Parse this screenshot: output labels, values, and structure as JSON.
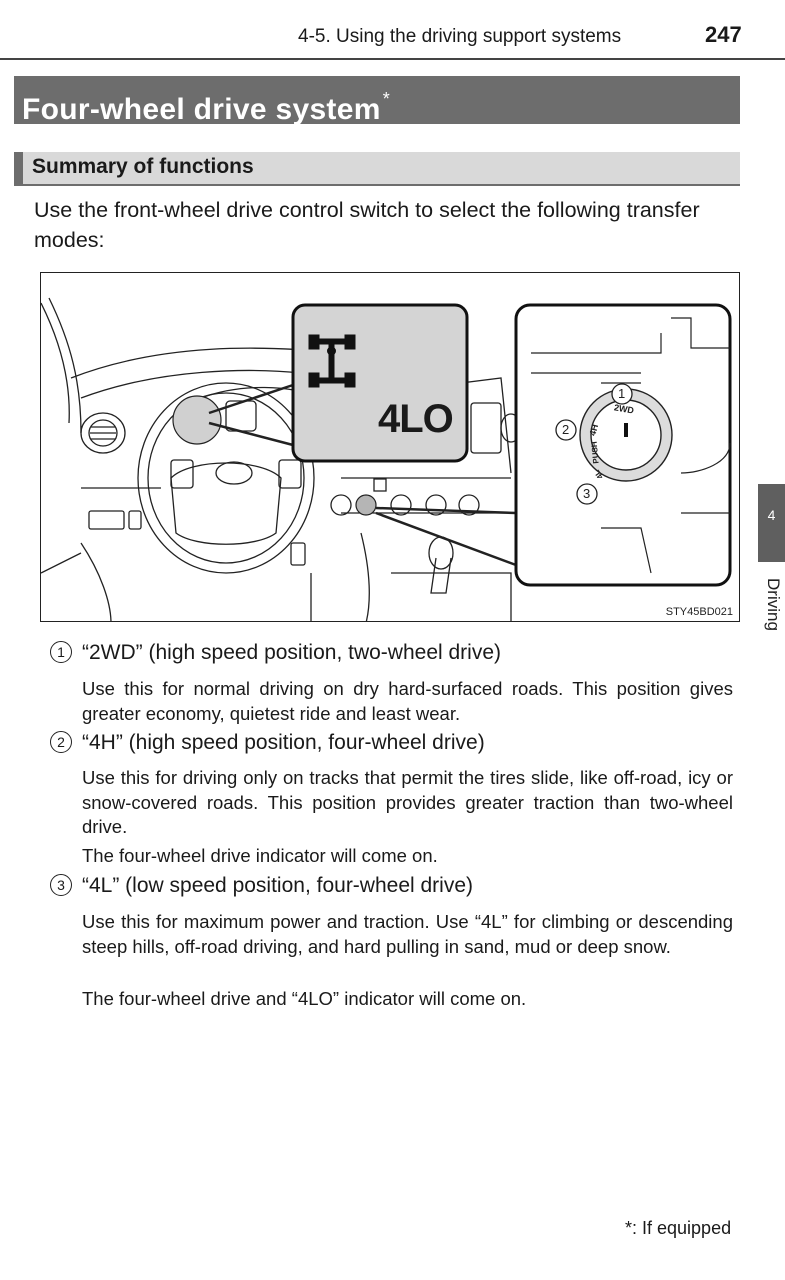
{
  "header": {
    "section": "4-5. Using the driving support systems",
    "page_number": "247"
  },
  "title": {
    "text": "Four-wheel drive system",
    "mark": "*"
  },
  "subsection": {
    "title": "Summary of functions"
  },
  "intro": "Use the front-wheel drive control switch to select the following transfer modes:",
  "figure": {
    "indicator_text": "4LO",
    "dial": {
      "label_1": "1",
      "label_2": "2",
      "label_3": "3",
      "text_2wd": "2WD",
      "text_4h": "4H",
      "text_push": "PUSH",
      "text_4l": "4L"
    },
    "code": "STY45BD021"
  },
  "side_tab": {
    "number": "4",
    "label": "Driving"
  },
  "items": [
    {
      "number": "1",
      "heading": "“2WD” (high speed position, two-wheel drive)",
      "paragraphs": [
        "Use this for normal driving on dry hard-surfaced roads. This position gives greater economy, quietest ride and least wear."
      ]
    },
    {
      "number": "2",
      "heading": "“4H” (high speed position, four-wheel drive)",
      "paragraphs": [
        "Use this for driving only on tracks that permit the tires slide, like off-road, icy or snow-covered roads. This position provides greater traction than two-wheel drive.",
        "The four-wheel drive indicator will come on."
      ]
    },
    {
      "number": "3",
      "heading": "“4L” (low speed position, four-wheel drive)",
      "paragraphs": [
        "Use this for maximum power and traction. Use “4L” for climbing or descending steep hills, off-road driving, and hard pulling in sand, mud or deep snow.",
        "The four-wheel drive and “4LO” indicator will come on."
      ]
    }
  ],
  "footnote": "*: If equipped"
}
